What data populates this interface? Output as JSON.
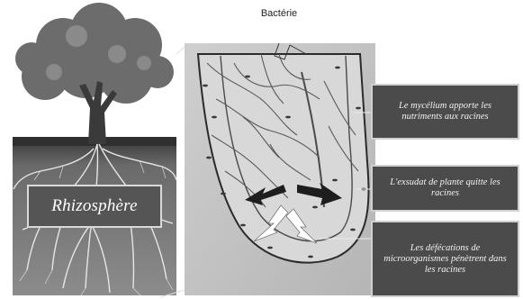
{
  "labels": {
    "bacteria": "Bactérie",
    "rhizosphere": "Rhizosphère",
    "mycelium_note": "Le mycélium apporte les nutriments aux racines",
    "exudate_note": "L'exsudat de plante quitte les racines",
    "defecation_note": "Les défécations de microorganismes pénètrent dans les racines"
  },
  "colors": {
    "label_box": "#555555",
    "note_box": "#4b4b4b",
    "box_border": "#d0d0d0",
    "root_cross_section": "#d8d8d8",
    "hyphae": "#5a5a5a",
    "arrow_dark": "#1e1e1e",
    "arrow_light": "#ffffff"
  },
  "icons": [
    "tree-illustration",
    "root-cross-section",
    "dark-arrow",
    "white-arrow"
  ]
}
